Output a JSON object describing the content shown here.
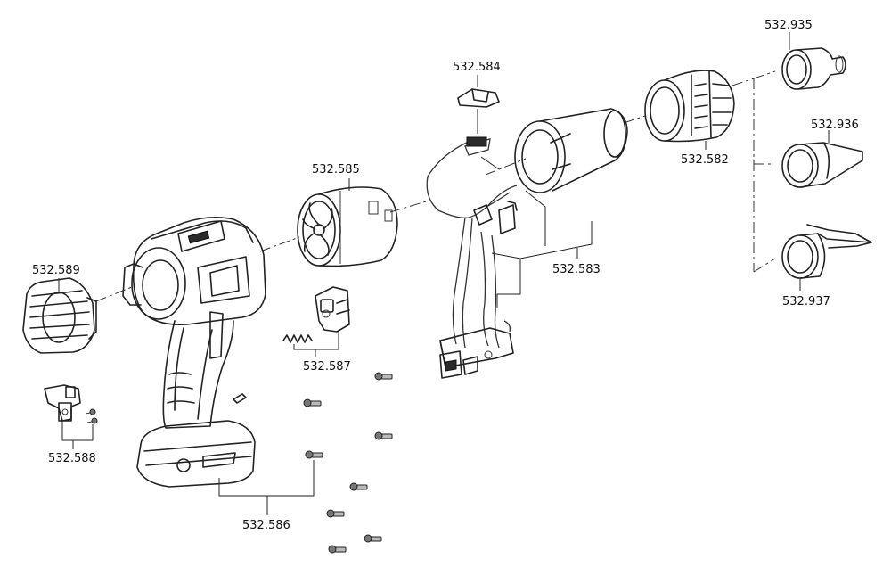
{
  "parts": {
    "p582": "532.582",
    "p583": "532.583",
    "p584": "532.584",
    "p585": "532.585",
    "p586": "532.586",
    "p587": "532.587",
    "p588": "532.588",
    "p589": "532.589",
    "p935": "532.935",
    "p936": "532.936",
    "p937": "532.937"
  }
}
